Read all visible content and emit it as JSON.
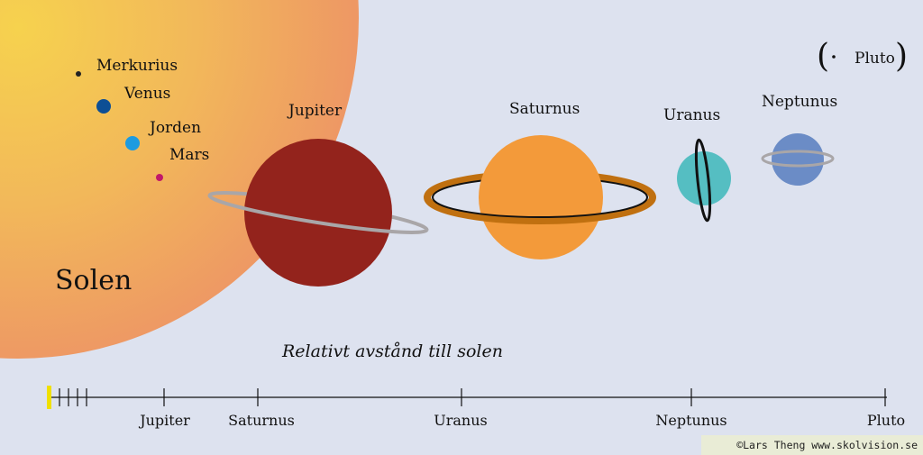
{
  "bodies": {
    "sun": "Solen",
    "mercury": "Merkurius",
    "venus": "Venus",
    "earth": "Jorden",
    "mars": "Mars",
    "jupiter": "Jupiter",
    "saturn": "Saturnus",
    "uranus": "Uranus",
    "neptune": "Neptunus",
    "pluto": "Pluto"
  },
  "distance_scale": {
    "caption": "Relativt avstånd till solen",
    "ticks": [
      "Jupiter",
      "Saturnus",
      "Uranus",
      "Neptunus",
      "Pluto"
    ]
  },
  "credit": "©Lars Theng    www.skolvision.se",
  "colors": {
    "background": "#dde2ef",
    "sun_inner": "#f6d24e",
    "sun_outer": "#ec8c68",
    "mercury": "#222222",
    "venus": "#0d4f95",
    "earth": "#1d9be0",
    "mars": "#c2186a",
    "jupiter": "#93231c",
    "saturn": "#f39a3a",
    "saturn_ring": "#c07010",
    "uranus": "#55bec2",
    "neptune": "#6b8cc6",
    "sun_marker": "#f0e000"
  }
}
